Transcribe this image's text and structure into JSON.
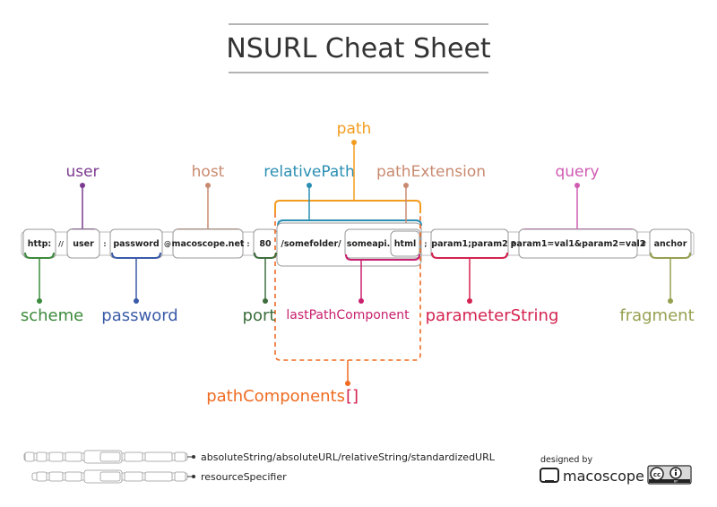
{
  "title": "NSURL Cheat Sheet",
  "segments": {
    "scheme": "http:",
    "user": "user",
    "password": "password",
    "host": "macoscope.net",
    "port": "80",
    "folder": "/somefolder/",
    "file": "someapi.",
    "extension": "html",
    "parameters": "param1;param2",
    "query": "param1=val1&param2=val2",
    "fragment": "anchor"
  },
  "separators": {
    "slashes": "//",
    "colon1": ":",
    "at": "@",
    "colon2": ":",
    "semicolon": ";",
    "question": "?",
    "hash": "#"
  },
  "labels": {
    "path": "path",
    "user": "user",
    "host": "host",
    "relativePath": "relativePath",
    "pathExtension": "pathExtension",
    "query": "query",
    "scheme": "scheme",
    "password": "password",
    "port": "port",
    "lastPathComponent": "lastPathComponent",
    "parameterString": "parameterString",
    "fragment": "fragment",
    "pathComponents": "pathComponents",
    "pathComponentsBrackets": "[]"
  },
  "colors": {
    "path": "#f39c1f",
    "user": "#7b3a8f",
    "host": "#c98a70",
    "relativePath": "#2b8fb3",
    "pathExtension": "#c98a70",
    "query": "#cf5bb3",
    "scheme": "#3c8a3c",
    "password": "#3a5aa8",
    "port": "#3e6e3e",
    "lastPathComponent": "#c8206e",
    "parameterString": "#d42350",
    "fragment": "#98a050",
    "pathComponents": "#ef6b22"
  },
  "legend": {
    "line1": "absoluteString/absoluteURL/relativeString/standardizedURL",
    "line2": "resourceSpecifier"
  },
  "footer": {
    "designed_by": "designed by",
    "brand": "macoscope",
    "license_badge": "cc",
    "license_sub": "BY"
  }
}
